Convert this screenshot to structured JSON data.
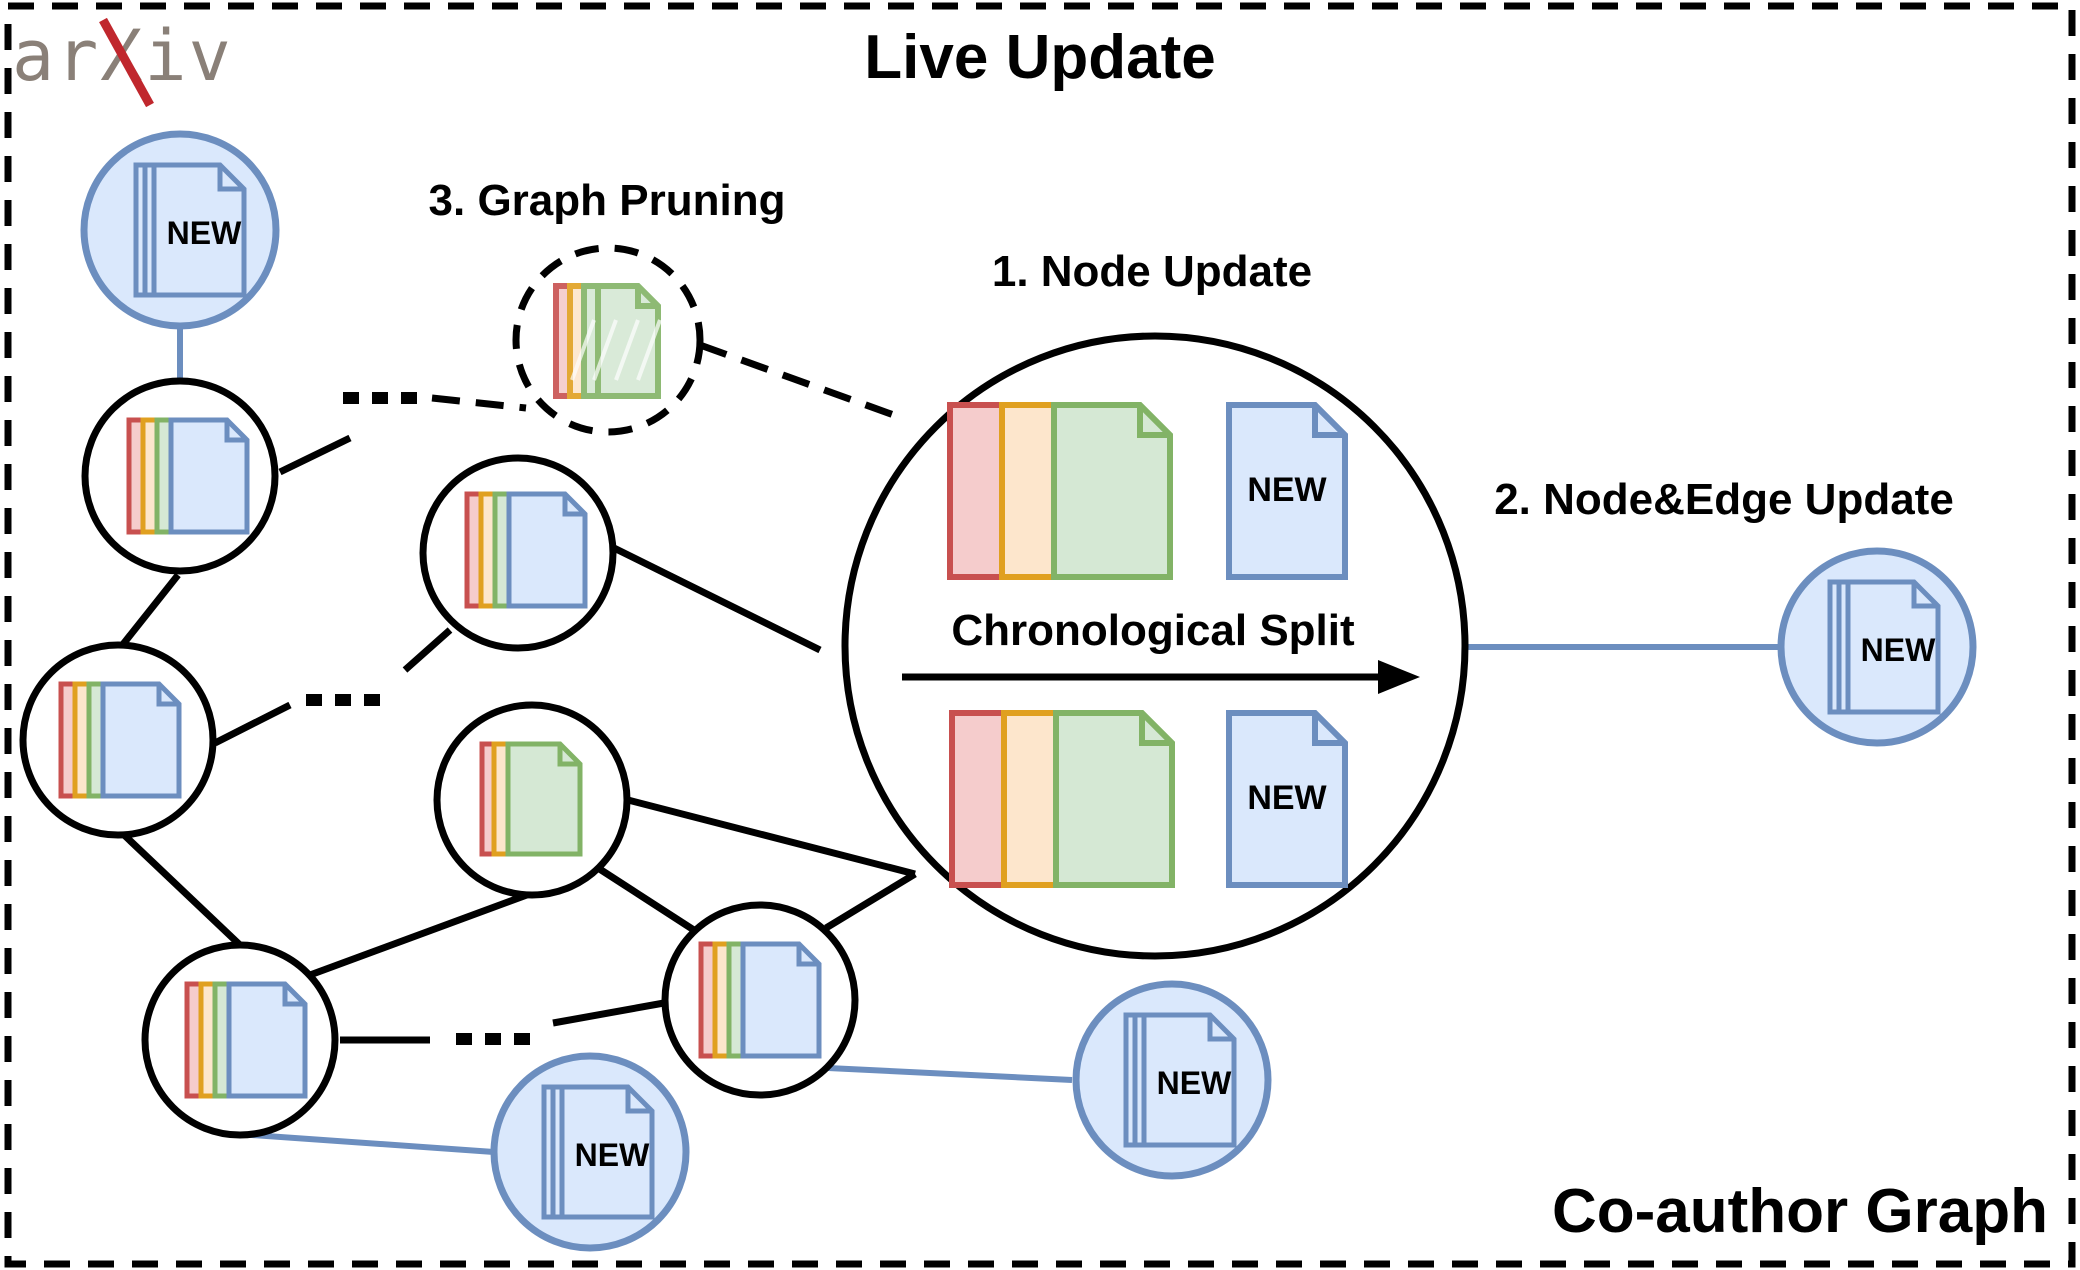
{
  "title": "Live Update",
  "footer_label": "Co-author Graph",
  "logo": {
    "text": "arXiv",
    "color": "#8a8078",
    "accent": "#c0272d"
  },
  "steps": {
    "node_update": "1. Node Update",
    "node_edge_update": "2. Node&Edge Update",
    "graph_pruning": "3. Graph Pruning"
  },
  "split_label": "Chronological Split",
  "new_label": "NEW",
  "colors": {
    "red": "#c8504f",
    "red_fill": "#f5cccc",
    "orange": "#e0a020",
    "orange_fill": "#fde6cc",
    "green": "#82b366",
    "green_fill": "#d5e8d4",
    "blue": "#6c8ebf",
    "blue_fill": "#dae8fc"
  }
}
